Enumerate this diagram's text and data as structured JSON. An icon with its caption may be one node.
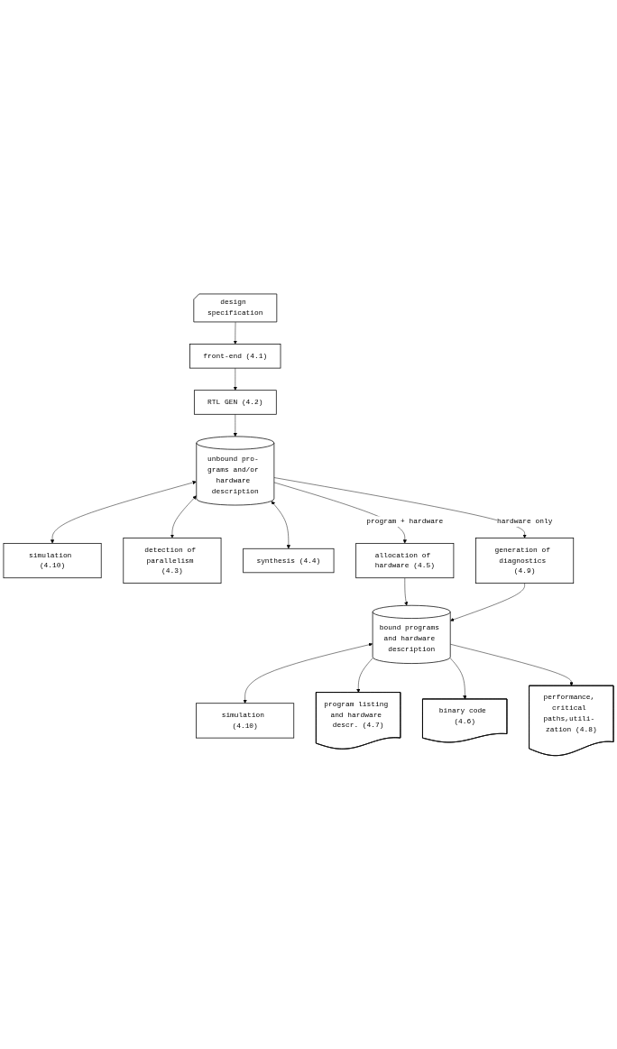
{
  "diagram": {
    "nodes": [
      {
        "text": [
          "design specification"
        ]
      },
      {
        "text": [
          "front-end (4.1)"
        ]
      },
      {
        "text": [
          "RTL GEN (4.2)"
        ]
      },
      {
        "text": [
          "unbound pro- grams and/or hardware description"
        ]
      },
      {
        "text": [
          "simulation (4.10)"
        ]
      },
      {
        "text": [
          "detection of parallelism (4.3)"
        ]
      },
      {
        "text": [
          "synthesis (4.4)"
        ]
      },
      {
        "text": [
          "allocation of hardware (4.5)"
        ]
      },
      {
        "text": [
          "generation of diagnostics (4.9)"
        ]
      },
      {
        "text": [
          "bound programs and hardware description"
        ]
      },
      {
        "text": [
          "simulation (4.10)"
        ]
      },
      {
        "text": [
          "program listing and hardware descr. (4.7)"
        ]
      },
      {
        "text": [
          "binary code (4.6)"
        ]
      },
      {
        "text": [
          "performance, critical paths,utili- zation (4.8)"
        ]
      }
    ],
    "edges": [
      {
        "from": 0,
        "to": 1,
        "arrow": "to"
      },
      {
        "from": 1,
        "to": 2,
        "arrow": "to"
      },
      {
        "from": 2,
        "to": 3,
        "arrow": "to"
      },
      {
        "from": 3,
        "to": 4,
        "arrow": "both"
      },
      {
        "from": 3,
        "to": 5,
        "arrow": "both"
      },
      {
        "from": 3,
        "to": 6,
        "arrow": "both"
      },
      {
        "from": 3,
        "to": 7,
        "arrow": "to",
        "label": "program + hardware"
      },
      {
        "from": 3,
        "to": 8,
        "arrow": "to",
        "label": "hardware only"
      },
      {
        "from": 7,
        "to": 9,
        "arrow": "to"
      },
      {
        "from": 8,
        "to": 9,
        "arrow": "to"
      },
      {
        "from": 9,
        "to": 10,
        "arrow": "both"
      },
      {
        "from": 9,
        "to": 11,
        "arrow": "to"
      },
      {
        "from": 9,
        "to": 12,
        "arrow": "to"
      },
      {
        "from": 9,
        "to": 13,
        "arrow": "to"
      }
    ]
  }
}
